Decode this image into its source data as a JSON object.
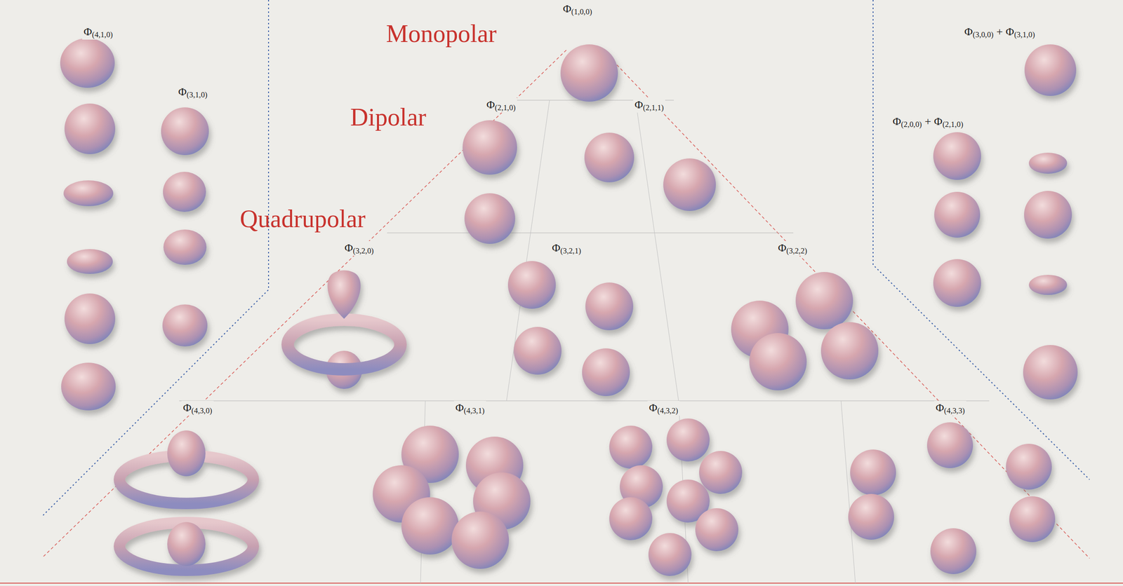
{
  "diagram": {
    "labels": [
      "Φ(4,1,0)",
      "Φ(1,0,0)",
      "Φ(3,0,0) + Φ(3,1,0)",
      "Monopolar",
      "Φ(3,1,0)",
      "Dipolar",
      "Φ(2,1,0)",
      "Φ(2,1,1)",
      "Φ(2,0,0) + Φ(2,1,0)",
      "Quadrupolar",
      "Φ(3,2,0)",
      "Φ(3,2,1)",
      "Φ(3,2,2)",
      "Φ(4,3,0)",
      "Φ(4,3,1)",
      "Φ(4,3,2)",
      "Φ(4,3,3)"
    ]
  }
}
